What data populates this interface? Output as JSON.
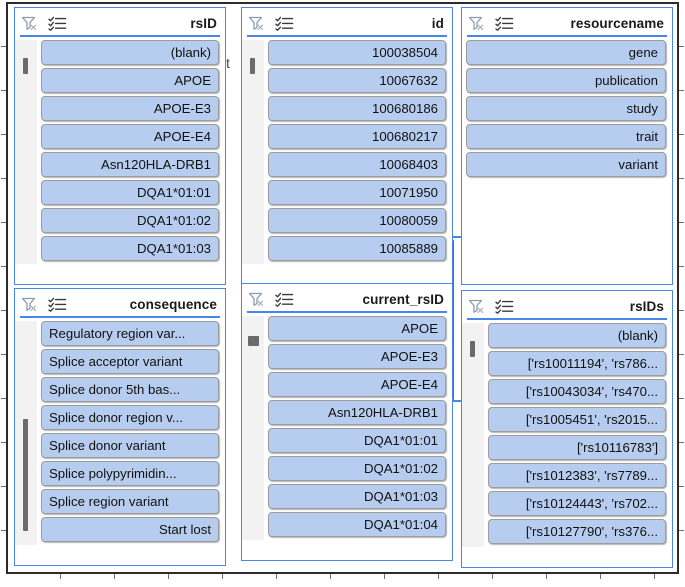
{
  "figure": {
    "background_color": "#ffffff",
    "frame_color": "#2b2b2b",
    "accent_color": "#4a86e8",
    "chip_color": "#b7cdf0",
    "stray_text": "t"
  },
  "icons": {
    "clear_filter": "clear-filter-icon",
    "sort_list": "sort-list-icon"
  },
  "panels": [
    {
      "id": "rsid",
      "title": "rsID",
      "align": "right",
      "has_gutter": true,
      "scroll_thumb": "short-top",
      "items": [
        "(blank)",
        "APOE",
        "APOE-E3",
        "APOE-E4",
        "Asn120HLA-DRB1",
        "DQA1*01:01",
        "DQA1*01:02",
        "DQA1*01:03"
      ]
    },
    {
      "id": "id",
      "title": "id",
      "align": "right",
      "has_gutter": true,
      "scroll_thumb": "short-top",
      "items": [
        "100038504",
        "10067632",
        "100680186",
        "100680217",
        "10068403",
        "10071950",
        "10080059",
        "10085889"
      ]
    },
    {
      "id": "resourcename",
      "title": "resourcename",
      "align": "right",
      "has_gutter": false,
      "scroll_thumb": "none",
      "items": [
        "gene",
        "publication",
        "study",
        "trait",
        "variant"
      ]
    },
    {
      "id": "consequence",
      "title": "consequence",
      "align": "left",
      "has_gutter": true,
      "scroll_thumb": "long-middle",
      "items": [
        "Regulatory region var...",
        "Splice acceptor variant",
        "Splice donor 5th bas...",
        "Splice donor region v...",
        "Splice donor variant",
        "Splice polypyrimidin...",
        "Splice region variant",
        "Start lost"
      ],
      "last_item_align": "right"
    },
    {
      "id": "current_rsid",
      "title": "current_rsID",
      "align": "right",
      "has_gutter": true,
      "scroll_thumb": "stub-top",
      "items": [
        "APOE",
        "APOE-E3",
        "APOE-E4",
        "Asn120HLA-DRB1",
        "DQA1*01:01",
        "DQA1*01:02",
        "DQA1*01:03",
        "DQA1*01:04"
      ]
    },
    {
      "id": "rsids",
      "title": "rsIDs",
      "align": "right",
      "has_gutter": true,
      "scroll_thumb": "short-top",
      "items": [
        "(blank)",
        "['rs10011194', 'rs786...",
        "['rs10043034', 'rs470...",
        "['rs1005451', 'rs2015...",
        "['rs10116783']",
        "['rs1012383', 'rs7789...",
        "['rs10124443', 'rs702...",
        "['rs10127790', 'rs376..."
      ]
    }
  ]
}
